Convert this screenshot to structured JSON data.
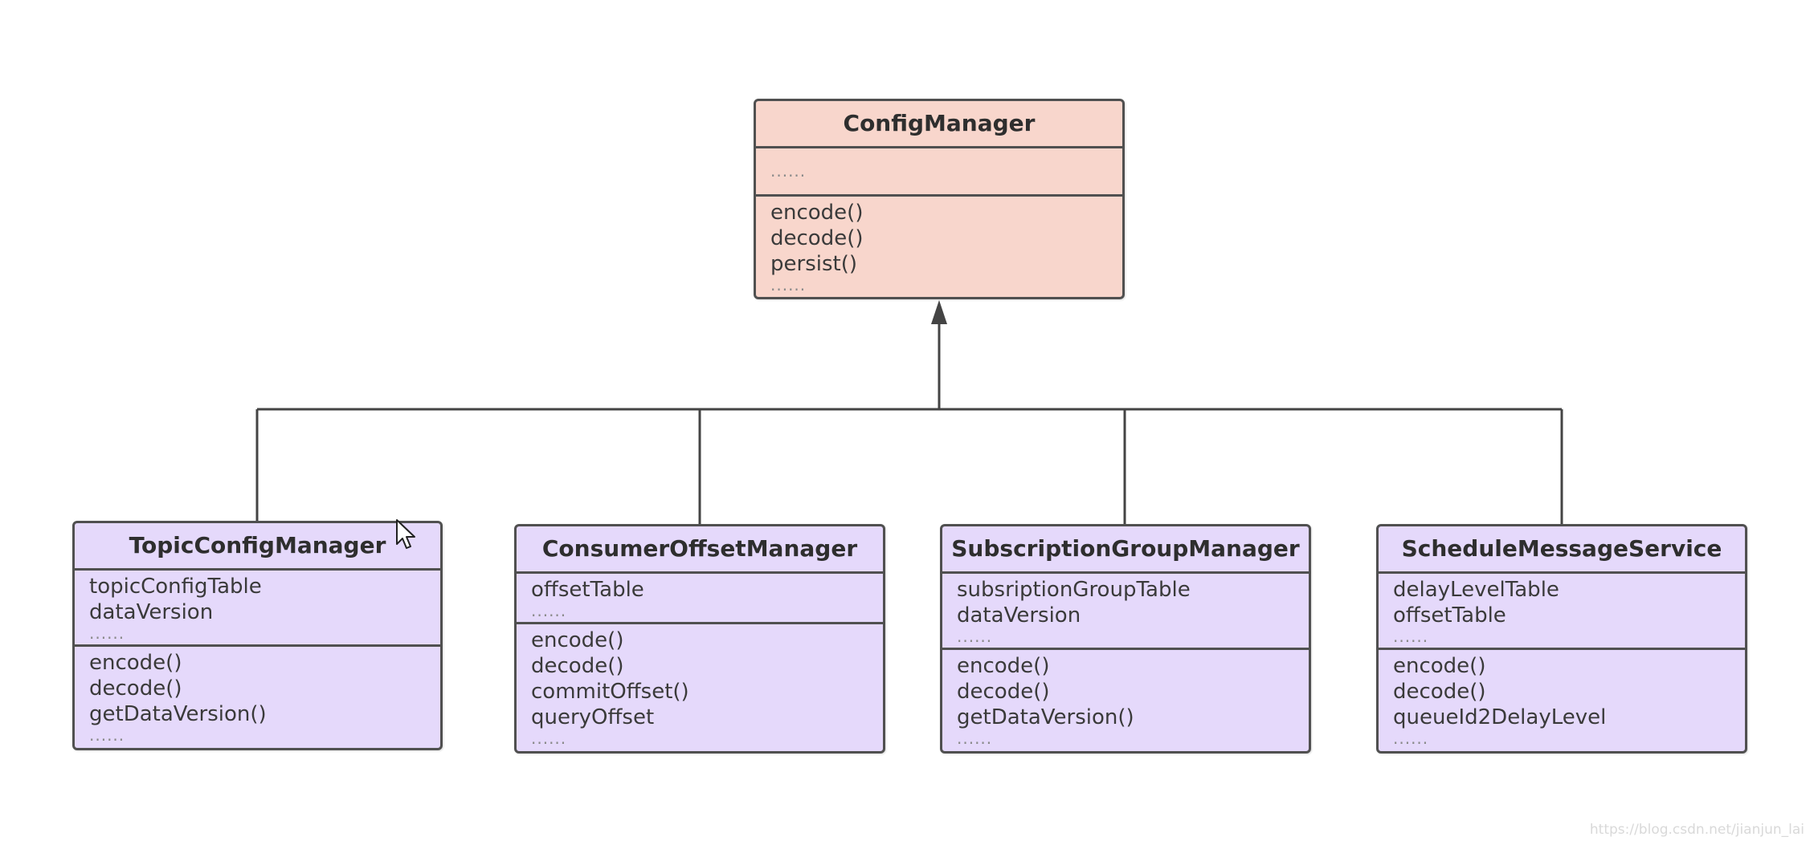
{
  "diagram": {
    "parent": {
      "name": "ConfigManager",
      "attributes": [
        "......"
      ],
      "methods": [
        "encode()",
        "decode()",
        "persist()",
        "......"
      ]
    },
    "children": [
      {
        "name": "TopicConfigManager",
        "attributes": [
          "topicConfigTable",
          "dataVersion",
          "......"
        ],
        "methods": [
          "encode()",
          "decode()",
          "getDataVersion()",
          "......"
        ]
      },
      {
        "name": "ConsumerOffsetManager",
        "attributes": [
          "offsetTable",
          "......"
        ],
        "methods": [
          "encode()",
          "decode()",
          "commitOffset()",
          "queryOffset",
          "......"
        ]
      },
      {
        "name": "SubscriptionGroupManager",
        "attributes": [
          "subsriptionGroupTable",
          "dataVersion",
          "......"
        ],
        "methods": [
          "encode()",
          "decode()",
          "getDataVersion()",
          "......"
        ]
      },
      {
        "name": "ScheduleMessageService",
        "attributes": [
          "delayLevelTable",
          "offsetTable",
          "......"
        ],
        "methods": [
          "encode()",
          "decode()",
          "queueId2DelayLevel",
          "......"
        ]
      }
    ],
    "relationship": "inheritance",
    "colors": {
      "parent_fill": "#f8d6cc",
      "child_fill": "#e5d9fb",
      "stroke": "#505050"
    }
  },
  "watermark": "https://blog.csdn.net/jianjun_lai",
  "cursor_icon": "pointer-cursor-icon"
}
